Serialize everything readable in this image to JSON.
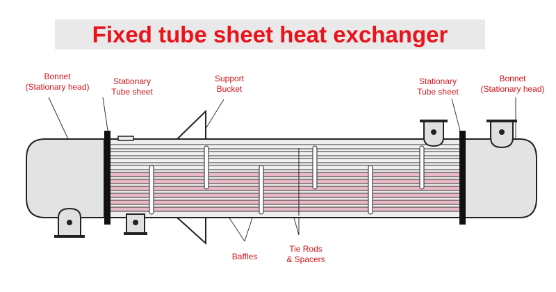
{
  "title": "Fixed tube sheet heat exchanger",
  "labels": {
    "bonnet_left": [
      "Bonnet",
      "(Stationary head)"
    ],
    "tubesheet_left": [
      "Stationary",
      "Tube sheet"
    ],
    "support_bucket": [
      "Support",
      "Bucket"
    ],
    "tubesheet_right": [
      "Stationary",
      "Tube sheet"
    ],
    "bonnet_right": [
      "Bonnet",
      "(Stationary head)"
    ],
    "baffles": "Baffles",
    "tie_rods": [
      "Tie Rods",
      "& Spacers"
    ]
  },
  "colors": {
    "title": "#e8131b",
    "label": "#d0141b",
    "shell_fill": "#e3e3e3",
    "tube_fill": "#e8b8c4",
    "outline": "#222222"
  }
}
